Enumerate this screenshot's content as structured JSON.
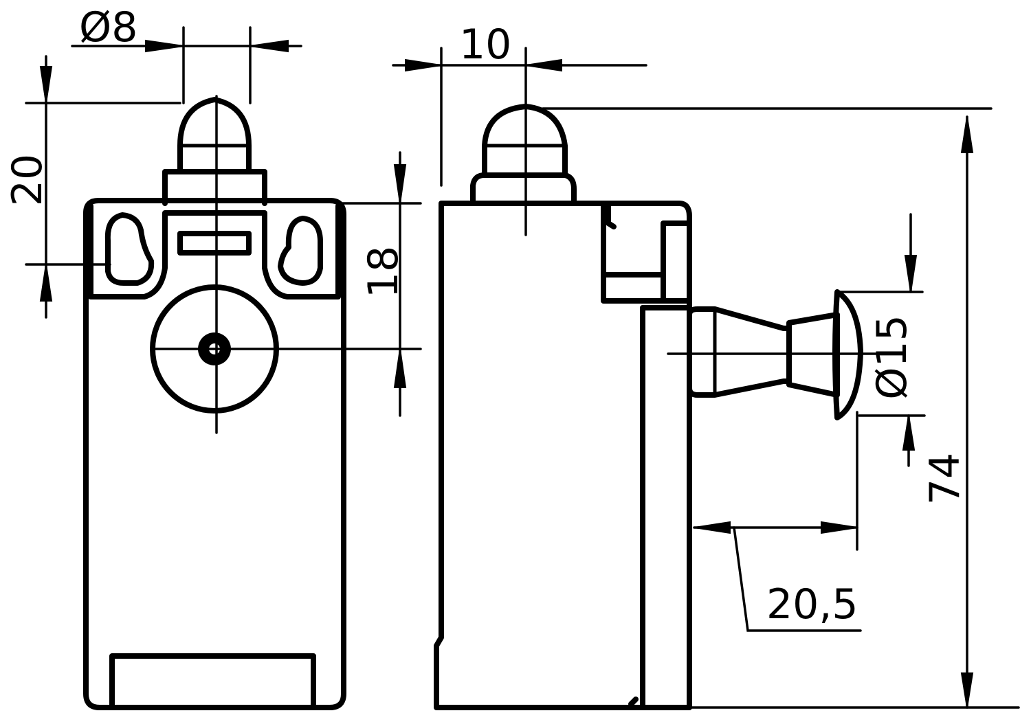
{
  "dimensions": {
    "plunger_diameter": "Ø8",
    "plunger_height": "20",
    "hole_spacing": "18",
    "side_offset": "10",
    "overall_height": "74",
    "roller_diameter": "Ø15",
    "roller_offset": "20,5"
  }
}
